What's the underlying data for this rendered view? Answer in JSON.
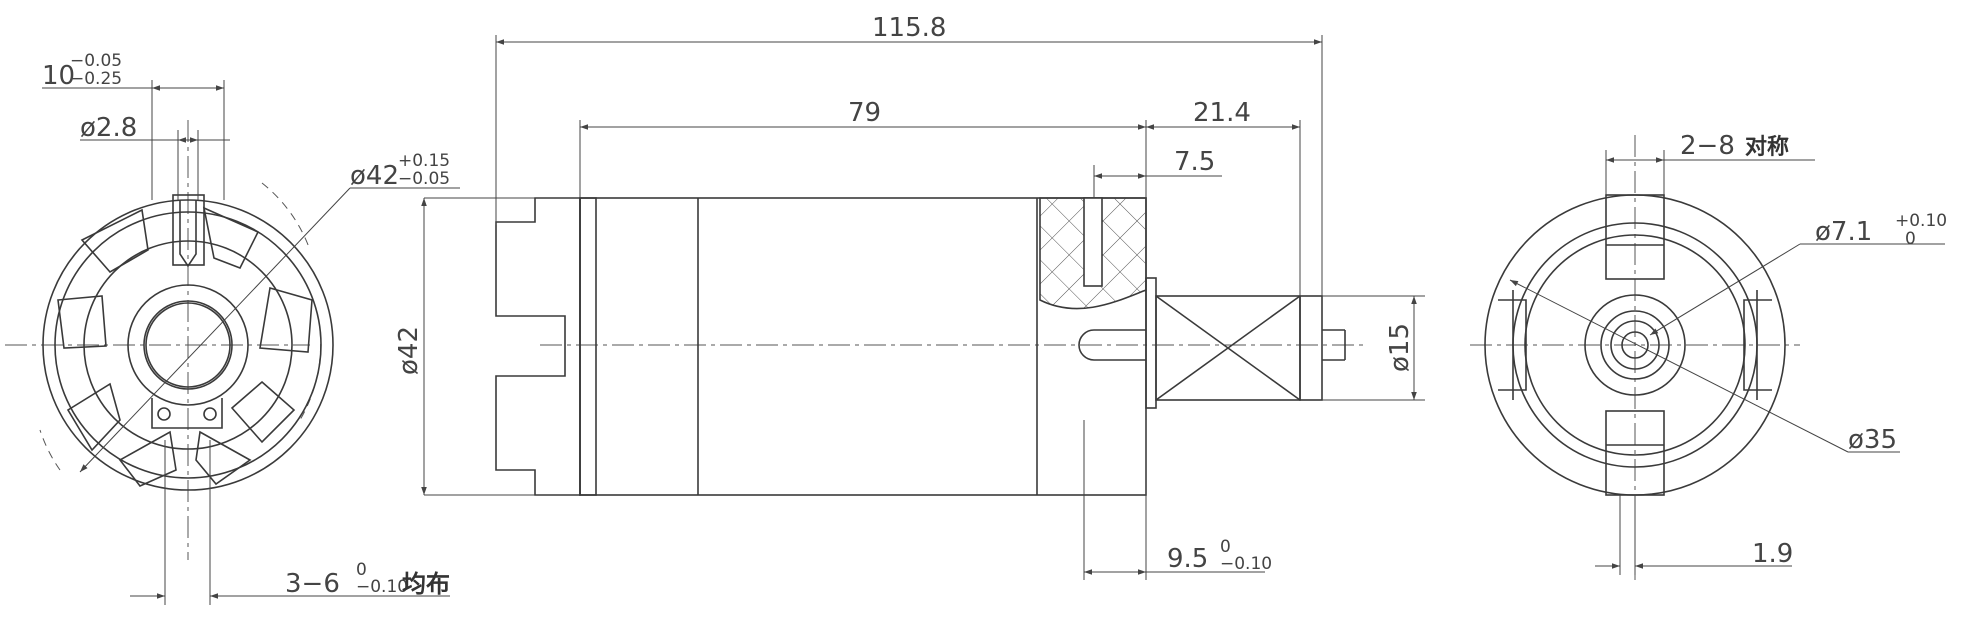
{
  "dimensions": {
    "overall_length": "115.8",
    "body_length": "79",
    "front_length": "21.4",
    "boss_length": "7.5",
    "flat_width": "10",
    "flat_tol_upper": "−0.05",
    "flat_tol_lower": "−0.25",
    "hole_dia": "ø2.8",
    "outer_dia_tol": "ø42",
    "outer_tol_upper": "+0.15",
    "outer_tol_lower": "−0.05",
    "body_dia": "ø42",
    "shaft_dia": "ø15",
    "slot_main": "3−6",
    "slot_tol_upper": "0",
    "slot_tol_lower": "−0.10",
    "slot_note": "均布",
    "pilot_main": "9.5",
    "pilot_tol_upper": "0",
    "pilot_tol_lower": "−0.10",
    "pin_count": "2−8",
    "pin_note": "对称",
    "bore_dia": "ø7.1",
    "bore_tol_upper": "+0.10",
    "bore_tol_lower": "0",
    "flange_dia": "ø35",
    "offset": "1.9"
  }
}
